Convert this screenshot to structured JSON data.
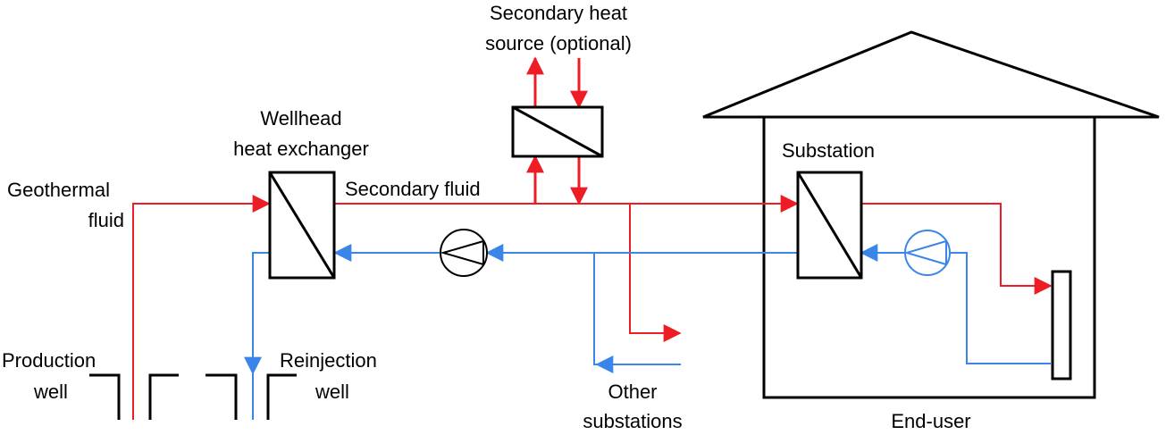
{
  "colors": {
    "hot": "#ee1c25",
    "cold": "#3a86e8",
    "outline": "#000000",
    "background": "#ffffff"
  },
  "labels": {
    "secondary_source_line1": "Secondary heat",
    "secondary_source_line2": "source (optional)",
    "wellhead_line1": "Wellhead",
    "wellhead_line2": "heat exchanger",
    "geothermal_line1": "Geothermal",
    "geothermal_line2": "fluid",
    "secondary_fluid": "Secondary fluid",
    "substation": "Substation",
    "production_line1": "Production",
    "production_line2": "well",
    "reinjection_line1": "Reinjection",
    "reinjection_line2": "well",
    "other_line1": "Other",
    "other_line2": "substations",
    "end_user": "End-user"
  }
}
